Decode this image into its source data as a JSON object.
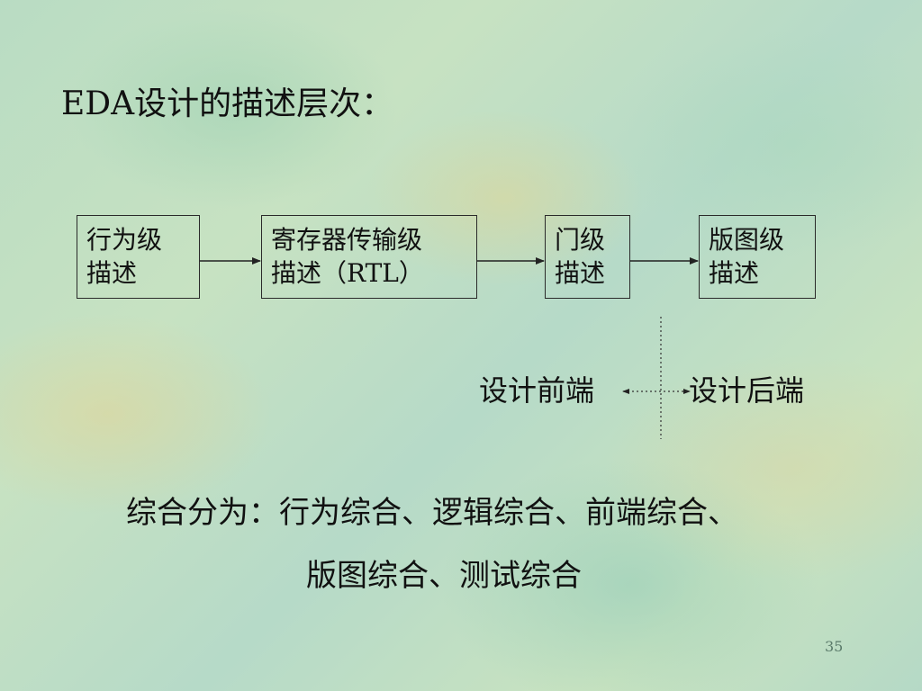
{
  "title": "EDA设计的描述层次：",
  "levels": [
    {
      "line1": "行为级",
      "line2": "描述"
    },
    {
      "line1": "寄存器传输级",
      "line2": "描述（RTL）"
    },
    {
      "line1": "门级",
      "line2": "描述"
    },
    {
      "line1": "版图级",
      "line2": "描述"
    }
  ],
  "division": {
    "front": "设计前端",
    "back": "设计后端"
  },
  "summary": {
    "line1": "综合分为：行为综合、逻辑综合、前端综合、",
    "line2": "版图综合、测试综合"
  },
  "page_number": "35"
}
